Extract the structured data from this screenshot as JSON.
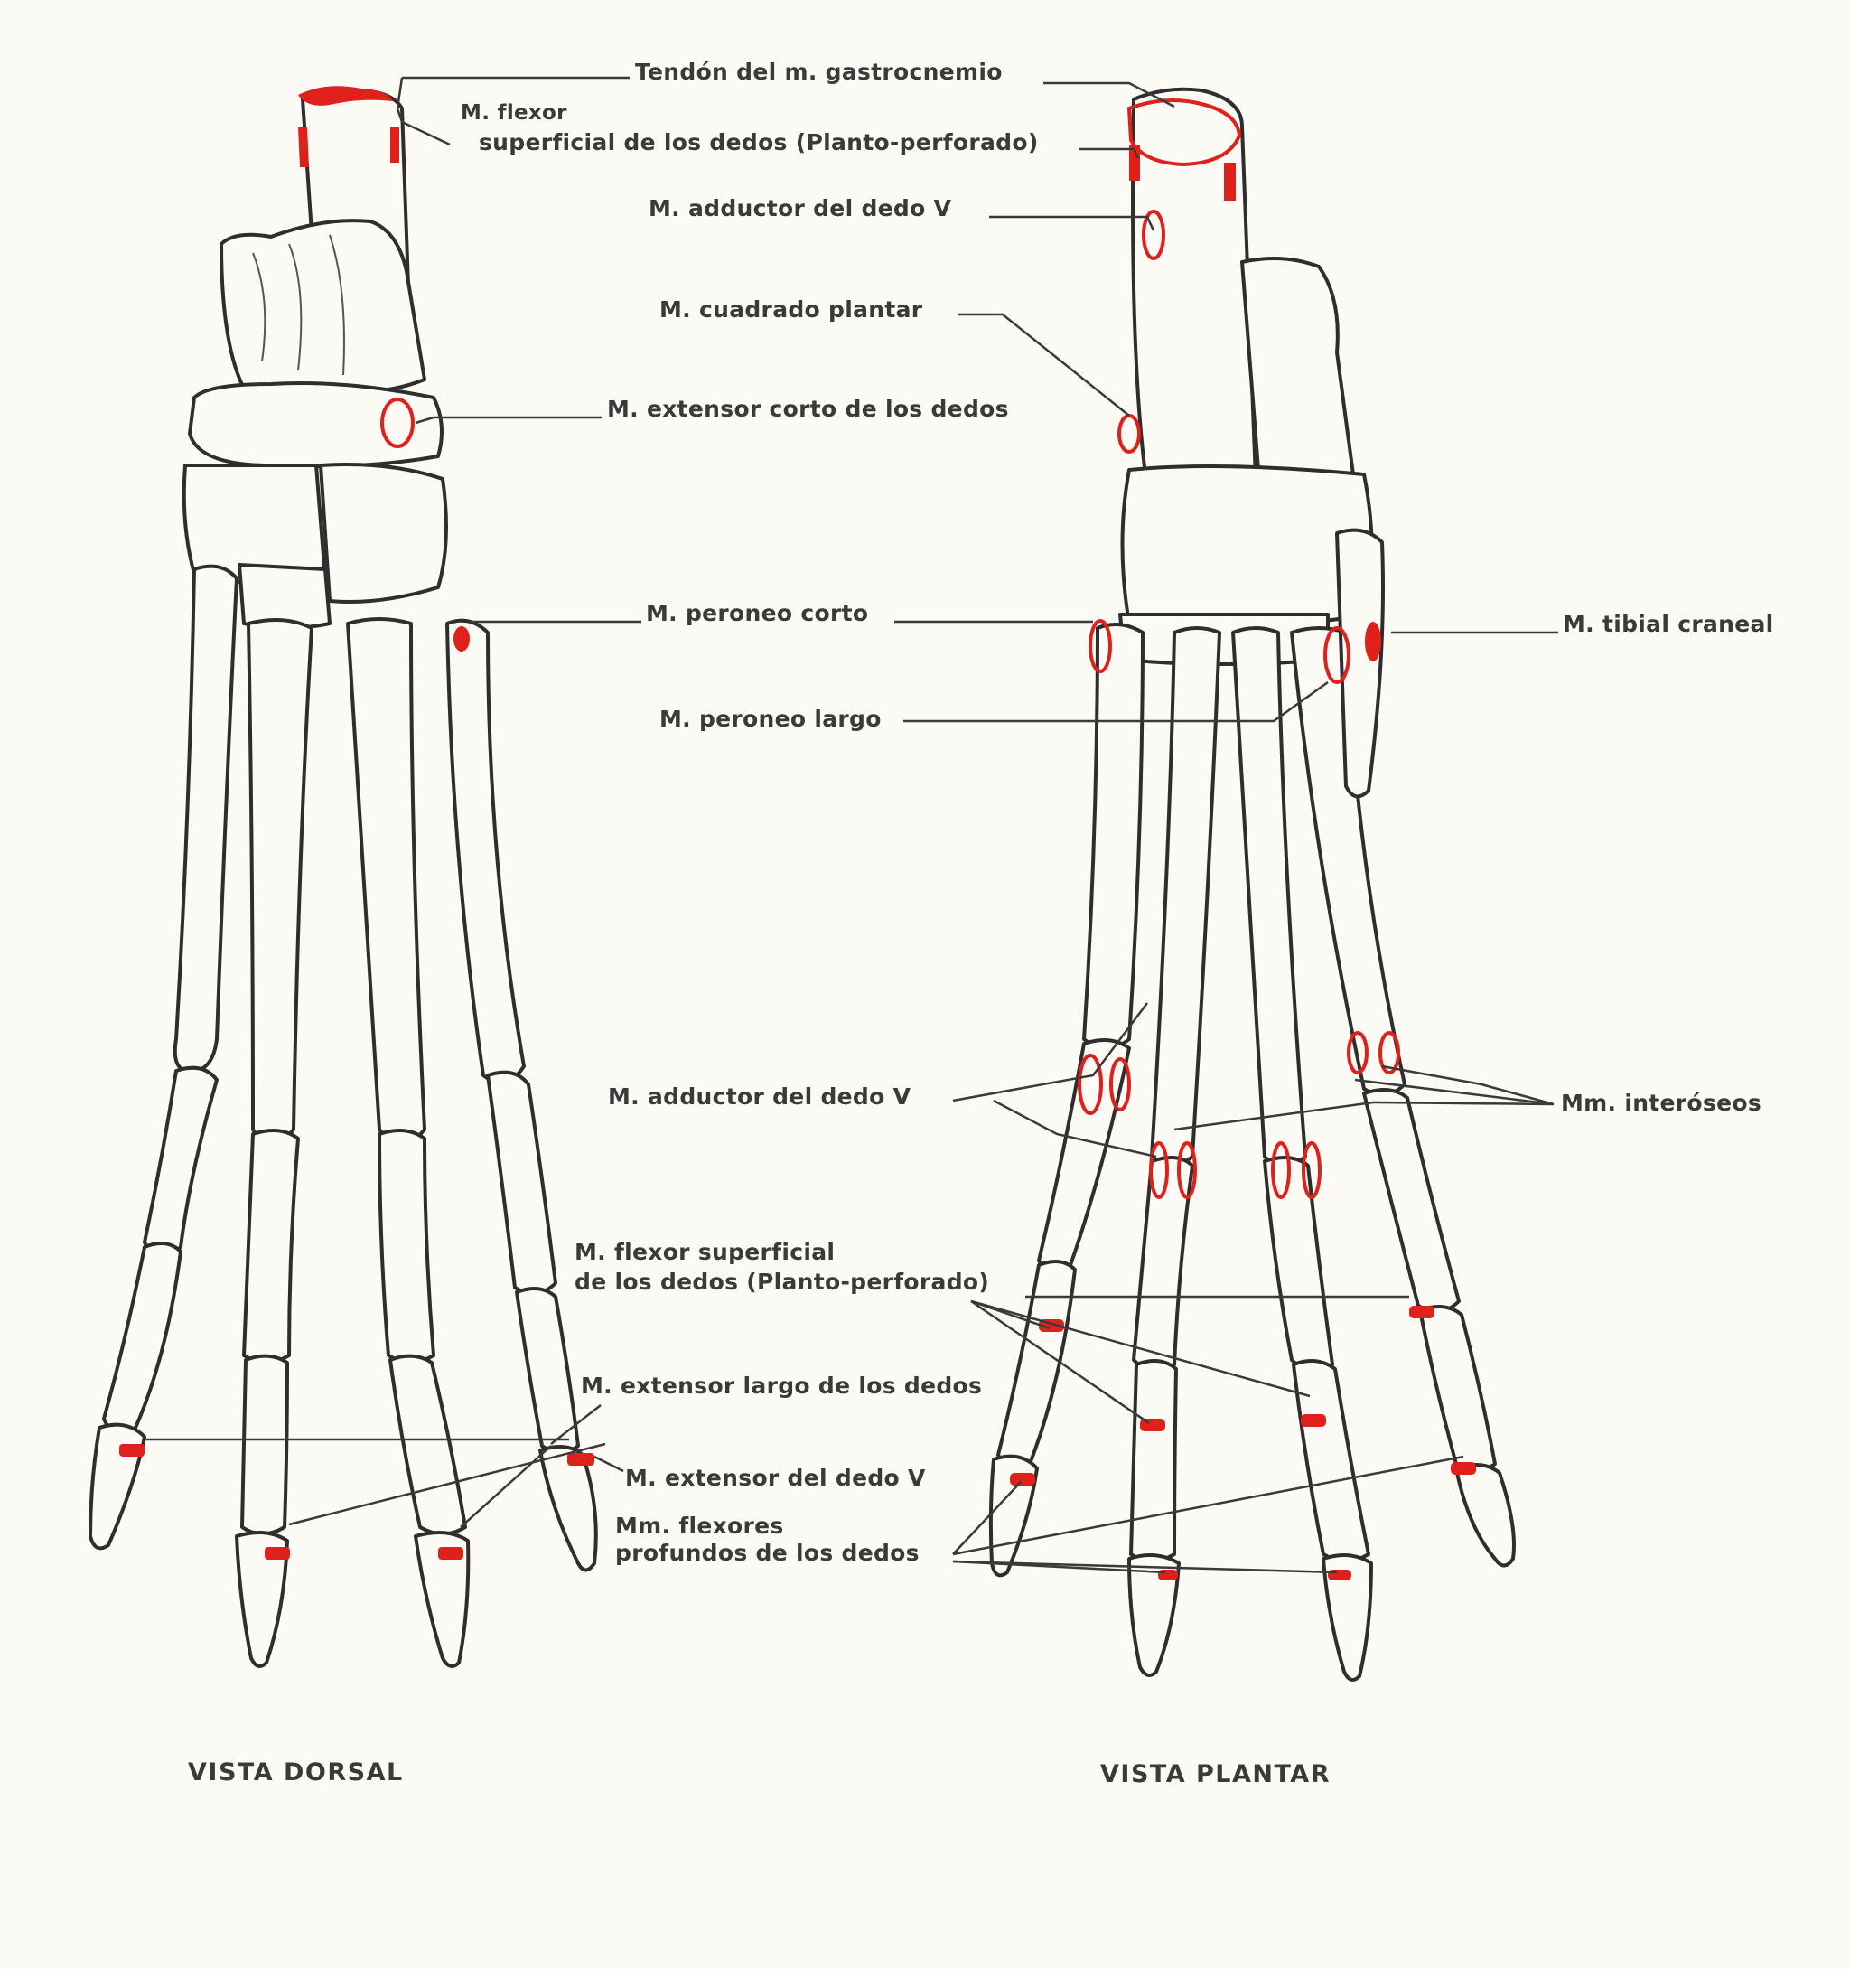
{
  "colors": {
    "insertion": "#e0201a",
    "bone_outline": "#2e2e2e",
    "label": "#3a3a3a",
    "background": "#fbfaf5"
  },
  "labels": {
    "tendon_gastrocnemio": "Tendón del m. gastrocnemio",
    "flexor_sup_top_l1": "M. flexor",
    "flexor_sup_top_l2": "superficial de los dedos (Planto-perforado)",
    "adductor_top": "M. adductor del dedo V",
    "cuadrado_plantar": "M. cuadrado plantar",
    "extensor_corto": "M. extensor corto de los dedos",
    "peroneo_corto": "M. peroneo corto",
    "tibial_craneal": "M. tibial craneal",
    "peroneo_largo": "M. peroneo largo",
    "adductor_mid": "M. adductor del dedo V",
    "interoseos": "Mm. interóseos",
    "flexor_sup_mid_l1": "M. flexor superficial",
    "flexor_sup_mid_l2": "de los dedos (Planto-perforado)",
    "extensor_largo": "M. extensor largo de los dedos",
    "extensor_dedo_v": "M. extensor del dedo V",
    "flexores_prof_l1": "Mm. flexores",
    "flexores_prof_l2": "profundos de los dedos"
  },
  "captions": {
    "dorsal": "VISTA DORSAL",
    "plantar": "VISTA PLANTAR"
  }
}
